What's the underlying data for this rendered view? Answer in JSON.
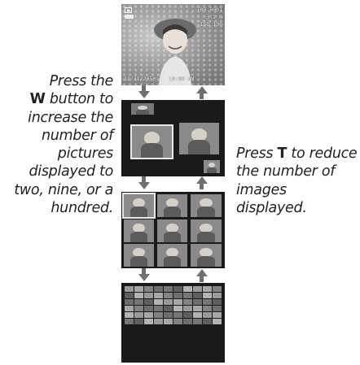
{
  "left_caption": {
    "part1": "Press the",
    "button": "W",
    "part2": "button to increase the number of pictures displayed to two, nine, or a hundred."
  },
  "right_caption": {
    "part1": "Press",
    "button": "T",
    "part2": "to reduce the number of images displayed."
  },
  "screen_single": {
    "frame_number": "100-0001",
    "image_size": "3:2 N",
    "iso": "ISO 100",
    "date": "12/31/2050",
    "time": "10:00 AM"
  },
  "colors": {
    "arrow": "#6f6f6f",
    "screen_bg": "#1a1a1a"
  }
}
